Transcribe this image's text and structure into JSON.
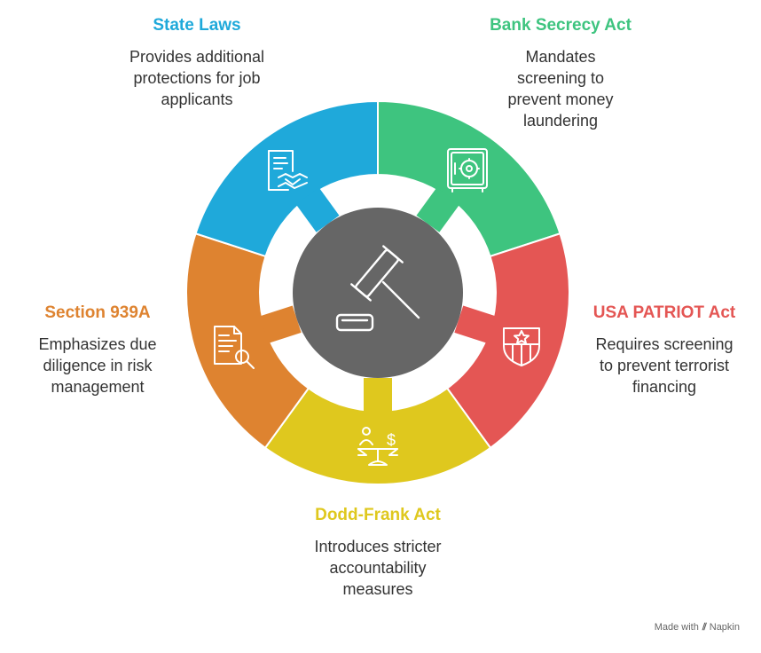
{
  "segments": [
    {
      "id": "bank-secrecy-act",
      "title": "Bank Secrecy Act",
      "description": "Mandates screening to prevent money laundering",
      "color": "#3ec47f",
      "icon": "safe-icon"
    },
    {
      "id": "usa-patriot-act",
      "title": "USA PATRIOT Act",
      "description": "Requires screening to prevent terrorist financing",
      "color": "#e45654",
      "icon": "shield-star-icon"
    },
    {
      "id": "dodd-frank-act",
      "title": "Dodd-Frank Act",
      "description": "Introduces stricter accountability measures",
      "color": "#dfc81e",
      "icon": "balance-scale-icon"
    },
    {
      "id": "section-939a",
      "title": "Section 939A",
      "description": "Emphasizes due diligence in risk management",
      "color": "#de8330",
      "icon": "document-search-icon"
    },
    {
      "id": "state-laws",
      "title": "State Laws",
      "description": "Provides additional protections for job applicants",
      "color": "#1fa9da",
      "icon": "contract-handshake-icon"
    }
  ],
  "center": {
    "icon": "gavel-icon",
    "color": "#666666"
  },
  "watermark": {
    "prefix": "Made with",
    "brand": "Napkin"
  }
}
